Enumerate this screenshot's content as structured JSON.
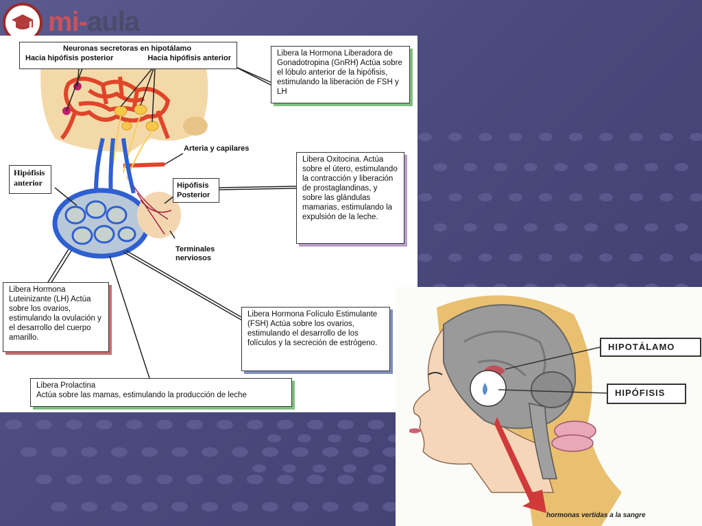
{
  "logo": {
    "mi": "mi-",
    "aula": "aula"
  },
  "diagram": {
    "top_box": {
      "title": "Neuronas secretoras en hipotálamo",
      "left": "Hacia hipófisis posterior",
      "right": "Hacia hipófisis anterior"
    },
    "gnrh_box": "Libera la Hormona Liberadora de Gonadotropina (GnRH) Actúa sobre el lóbulo anterior de la hipófisis, estimulando la liberación de FSH y LH",
    "arteria_label": "Arteria y capilares",
    "anterior_label": "Hipófisis anterior",
    "posterior_label": "Hipófisis Posterior",
    "oxitocina_box": "Libera Oxitocina. Actúa sobre el útero, estimulando la contracción y liberación de prostaglandinas, y sobre las glándulas mamarias, estimulando la expulsión de la leche.",
    "terminales_label": "Terminales nerviosos",
    "lh_box": "Libera Hormona Luteinizante (LH) Actúa sobre los ovarios, estimulando la ovulación y el desarrollo del cuerpo amarillo.",
    "fsh_box": "Libera Hormona Folículo Estimulante (FSH) Actúa sobre los ovarios, estimulando el desarrollo de los folículos y la secreción de estrógeno.",
    "prolactina_box_line1": "Libera Prolactina",
    "prolactina_box_line2": "Actúa sobre las mamas, estimulando la producción de leche"
  },
  "head": {
    "hipotalamo": "HIPOTÁLAMO",
    "hipofisis": "HIPÓFISIS",
    "caption": "hormonas vertidas a la sangre"
  },
  "colors": {
    "background": "#4a4a7e",
    "vessel_red": "#e0452a",
    "vessel_blue": "#2f5fd0"
  }
}
